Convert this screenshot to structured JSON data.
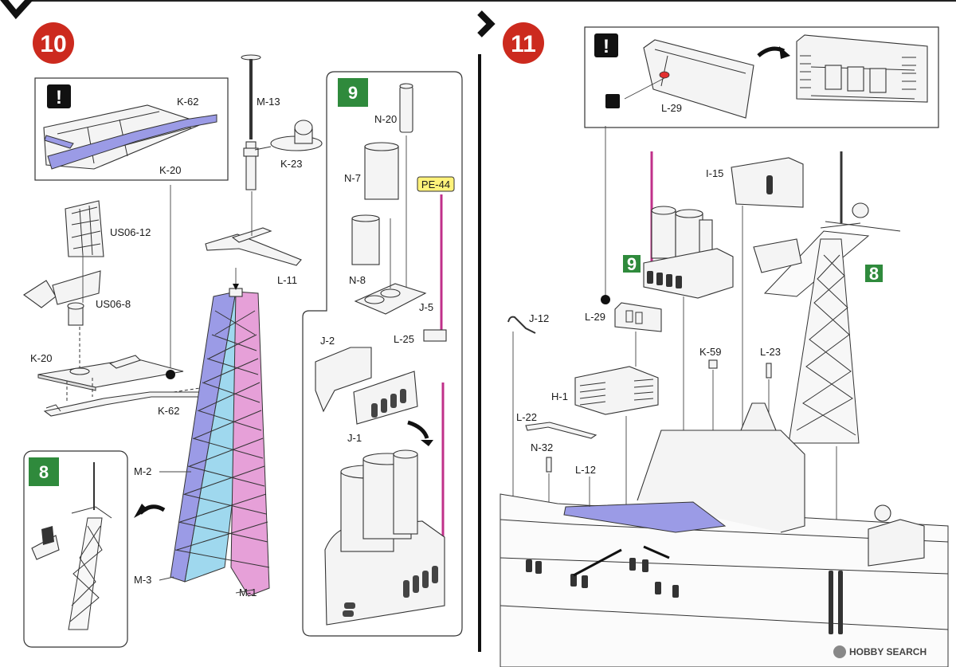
{
  "colors": {
    "step_red": "#cc2a1e",
    "sub_green": "#2f8a3c",
    "hi_blue": "#9b9be6",
    "hi_pink": "#e6a0d8",
    "hi_cyan": "#9fd8ee",
    "pe_yellow": "#fff27a",
    "antenna_magenta": "#c0308a"
  },
  "step10": {
    "number": "10",
    "warning_box": {
      "icon": "exclamation-icon",
      "labels": {
        "k62": "K-62",
        "k20": "K-20"
      }
    },
    "labels": {
      "m13": "M-13",
      "k23": "K-23",
      "us0612": "US06-12",
      "us068": "US06-8",
      "k20": "K-20",
      "k62": "K-62",
      "l11": "L-11",
      "m2": "M-2",
      "m3": "M-3",
      "m1": "M-1"
    },
    "inset8": {
      "number": "8"
    },
    "sub9": {
      "number": "9",
      "labels": {
        "n20": "N-20",
        "n7": "N-7",
        "n8": "N-8",
        "j5": "J-5",
        "pe44": "PE-44",
        "j2": "J-2",
        "l25": "L-25",
        "j1": "J-1"
      }
    }
  },
  "step11": {
    "number": "11",
    "warning_box": {
      "icon": "exclamation-icon",
      "small_icon": "glue-icon",
      "label": "L-29"
    },
    "labels": {
      "i15": "I-15",
      "j12": "J-12",
      "l29": "L-29",
      "k59": "K-59",
      "l23": "L-23",
      "h1": "H-1",
      "l22": "L-22",
      "n32": "N-32",
      "l12": "L-12"
    },
    "tag9": "9",
    "tag8": "8"
  },
  "watermark": "HOBBY SEARCH"
}
